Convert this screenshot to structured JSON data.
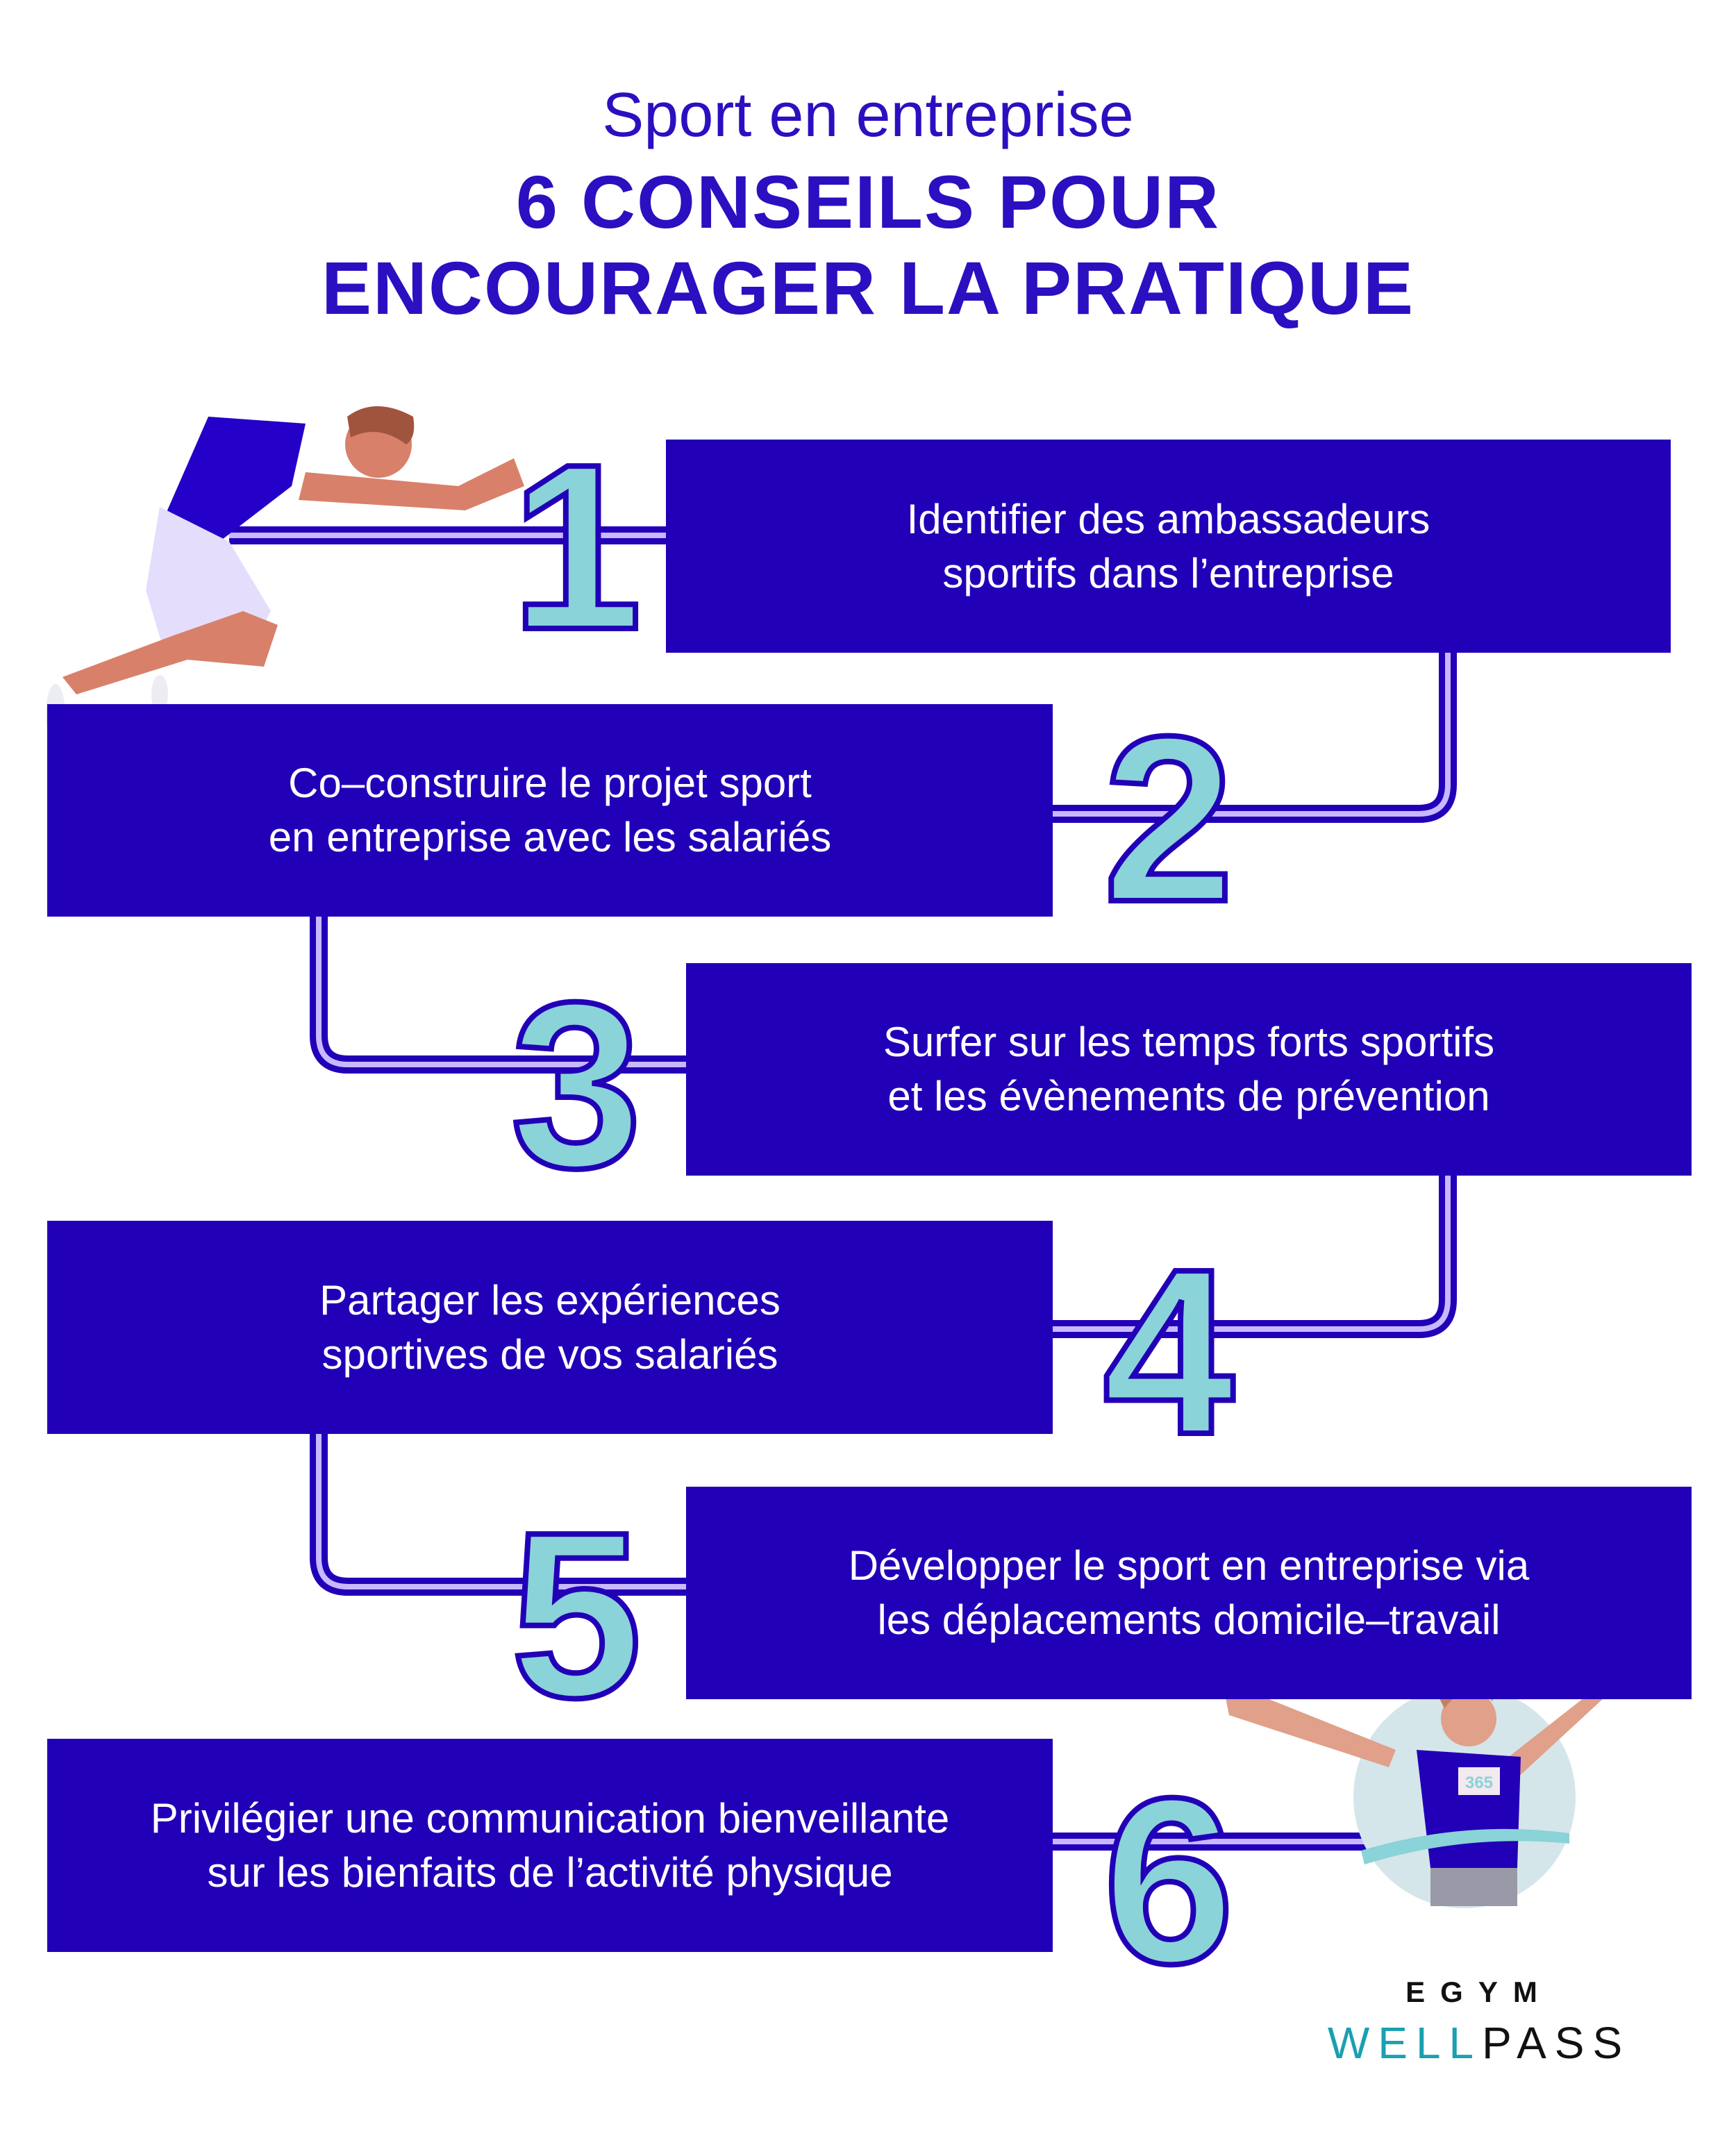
{
  "header": {
    "subtitle": "Sport en entreprise",
    "title_line1": "6 CONSEILS POUR",
    "title_line2": "ENCOURAGER LA PRATIQUE"
  },
  "tips": [
    {
      "number": "1",
      "line1": "Identifier des ambassadeurs",
      "line2": "sportifs dans l’entreprise"
    },
    {
      "number": "2",
      "line1": "Co–construire le projet sport",
      "line2": "en entreprise avec les salariés"
    },
    {
      "number": "3",
      "line1": "Surfer sur les temps forts sportifs",
      "line2": "et les évènements de prévention"
    },
    {
      "number": "4",
      "line1": "Partager les expériences",
      "line2": "sportives de vos salariés"
    },
    {
      "number": "5",
      "line1": "Développer le sport en entreprise via",
      "line2": "les déplacements domicile–travail"
    },
    {
      "number": "6",
      "line1": "Privilégier une communication bienveillante",
      "line2": "sur les bienfaits de l’activité physique"
    }
  ],
  "illustration": {
    "bib_number": "365"
  },
  "logo": {
    "brand": "EGYM",
    "product_part1": "WELL",
    "product_part2": "PASS"
  },
  "colors": {
    "primary": "#2200b8",
    "teal": "#8ad3d8",
    "lavender": "#b9a8ff",
    "logo_teal": "#1aa0b0"
  }
}
